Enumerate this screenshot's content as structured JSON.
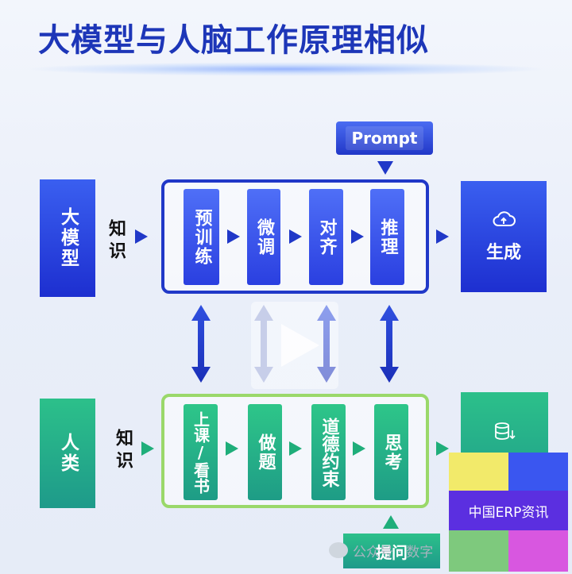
{
  "title": "大模型与人脑工作原理相似",
  "model_row": {
    "label": "大模型",
    "knowledge": "知识",
    "steps": [
      "预训练",
      "微调",
      "对齐",
      "推理"
    ],
    "prompt": "Prompt",
    "output": "生成",
    "output_icon": "cloud-upload-icon"
  },
  "human_row": {
    "label": "人类",
    "knowledge": "知识",
    "steps": [
      "上课/看书",
      "做题",
      "道德约束",
      "思考"
    ],
    "bottom_label": "提问",
    "output_icon": "database-icon"
  },
  "watermark": "公众号 · 数字",
  "badge": {
    "text": "中国ERP资讯",
    "colors": [
      "#f2ea6a",
      "#3a56f0",
      "#5b2fe0",
      "#7ec97d",
      "#d857e0"
    ]
  },
  "colors": {
    "blue": "#2038c8",
    "green": "#1fae7a",
    "title": "#1d36b8"
  }
}
